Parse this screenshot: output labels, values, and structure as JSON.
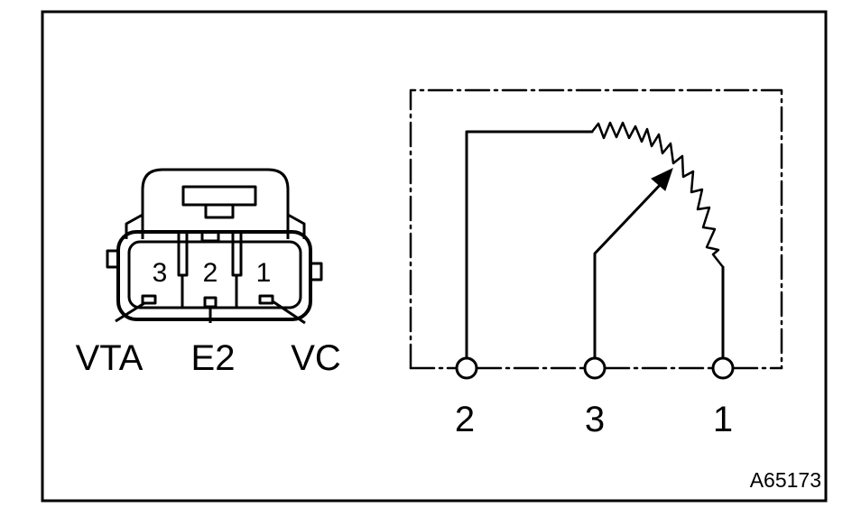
{
  "connector": {
    "pins": [
      "3",
      "2",
      "1"
    ],
    "terminal_names": [
      "VTA",
      "E2",
      "VC"
    ]
  },
  "schematic": {
    "terminals": [
      "2",
      "3",
      "1"
    ]
  },
  "figure_code": "A65173",
  "colors": {
    "line": "#000000",
    "background": "#ffffff"
  }
}
